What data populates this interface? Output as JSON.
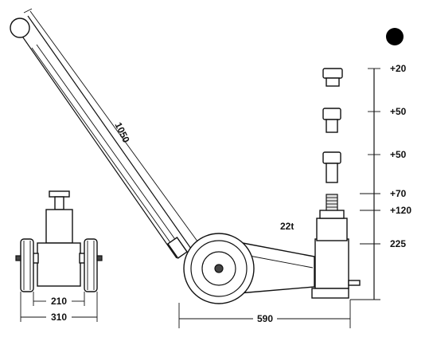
{
  "dimensions": {
    "handle_length": "1050",
    "axle_inner": "210",
    "axle_outer": "310",
    "base_length": "590"
  },
  "capacity": "22t",
  "extensions": [
    {
      "label": "+20"
    },
    {
      "label": "+50"
    },
    {
      "label": "+50"
    },
    {
      "label": "+70"
    },
    {
      "label": "+120"
    },
    {
      "label": "225"
    }
  ],
  "colors": {
    "line": "#111111",
    "marker": "#000000"
  },
  "marker_icon": "filled-circle-icon"
}
